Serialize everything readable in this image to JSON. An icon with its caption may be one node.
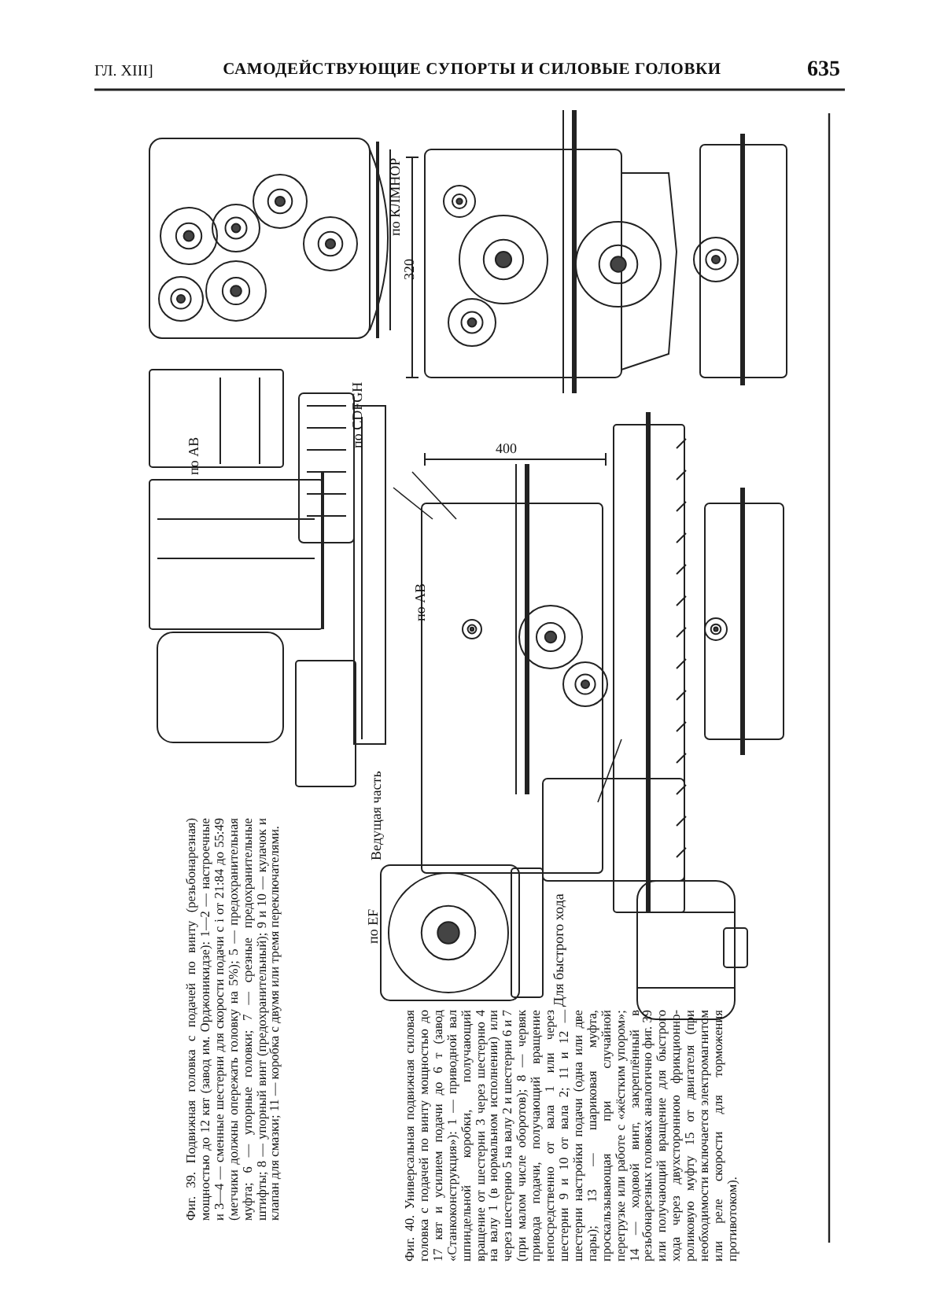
{
  "diagram": {
    "title": "САМОДЕЙСТВУЮЩИЕ СУПОРТЫ И СИЛОВЫЕ ГОЛОВКИ",
    "labels": [
      "ГЛ. XIII]",
      "635",
      "по КЛМНОР",
      "по CDFGH",
      "по АВ",
      "320",
      "400",
      "по АВ",
      "по EF",
      "Ведущая часть",
      "Для быстрого хода",
      "Фиг. 39. Подвижная головка с подачей по винту (резьбонарезная) мощностью до 12 квт (завод им. Орджоникидзе): 1—2 — настроечные и 3—4 — сменные шестерни для скорости подачи с i от 21:84 до 55:49 (метчики должны опережать головку на 5%); 5 — предохранительная муфта; 6 — упорные головки; 7 — срезные предохранительные штифты; 8 — упорный винт (предохранительный); 9 и 10 — кулачок и клапан для смазки; 11 — коробка с двумя или тремя переключателями.",
      "Фиг. 40. Универсальная подвижная силовая головка с подачей по винту мощностью до 17 квт и усилием подачи до 6 т (завод «Станкоконструкция»): 1 — приводной вал шпиндельной коробки, получающий вращение от шестерни 3 через шестерню 4 на валу 1 (в нормальном исполнении) или через шестерню 5 на валу 2 и шестерни 6 и 7 (при малом числе оборотов); 8 — червяк привода подачи, получающий вращение непосредственно от вала 1 или через шестерни 9 и 10 от вала 2; 11 и 12 — шестерни настройки подачи (одна или две пары); 13 — шариковая муфта, проскальзывающая при случайной перегрузке или работе с «жёстким упором»; 14 — ходовой винт, закреплённый в резьбонарезных головках аналогично фиг. 39 или получающий вращение для быстрого хода через двухстороннюю фрикционно-роликовую муфту 15 от двигателя (при необходимости включается электромагнитом или реле скорости для торможения противотоком)."
    ]
  }
}
